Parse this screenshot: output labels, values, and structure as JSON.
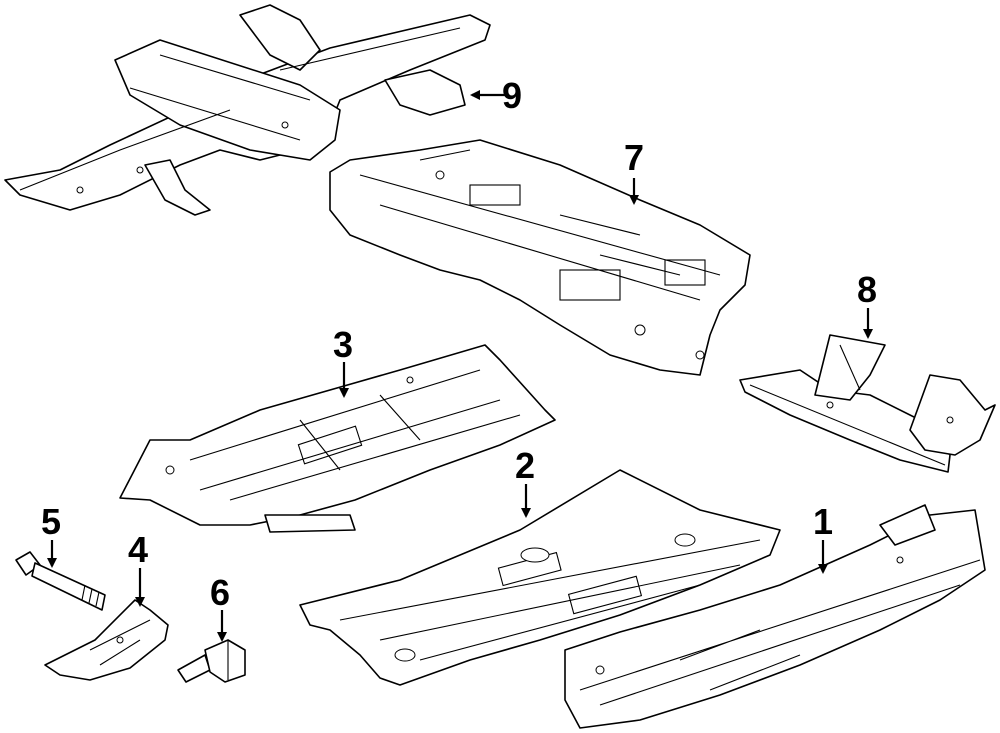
{
  "callouts": [
    {
      "id": "1",
      "label": "1"
    },
    {
      "id": "2",
      "label": "2"
    },
    {
      "id": "3",
      "label": "3"
    },
    {
      "id": "4",
      "label": "4"
    },
    {
      "id": "5",
      "label": "5"
    },
    {
      "id": "6",
      "label": "6"
    },
    {
      "id": "7",
      "label": "7"
    },
    {
      "id": "8",
      "label": "8"
    },
    {
      "id": "9",
      "label": "9"
    }
  ],
  "colors": {
    "line": "#000000",
    "background": "#ffffff"
  }
}
